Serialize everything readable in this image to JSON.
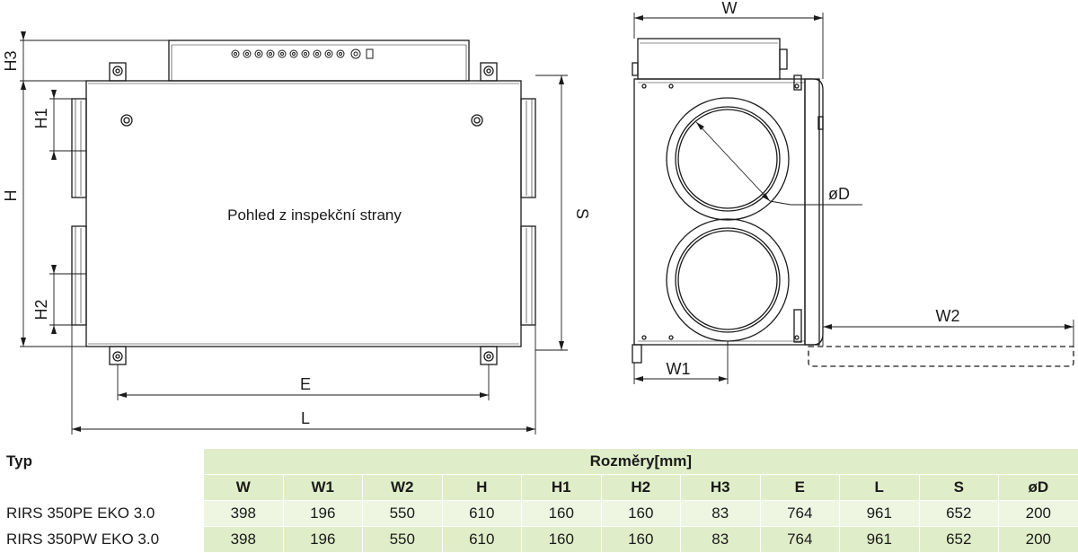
{
  "drawing": {
    "dimensions": {
      "W": "W",
      "W1": "W1",
      "W2": "W2",
      "H": "H",
      "H1": "H1",
      "H2": "H2",
      "H3": "H3",
      "E": "E",
      "L": "L",
      "S": "S",
      "D": "øD"
    },
    "caption": "Pohled z inspekční strany"
  },
  "table": {
    "type_header": "Typ",
    "group_header": "Rozměry[mm]",
    "columns": [
      "W",
      "W1",
      "W2",
      "H",
      "H1",
      "H2",
      "H3",
      "E",
      "L",
      "S",
      "øD"
    ],
    "rows": [
      {
        "model": "RIRS 350PE EKO 3.0",
        "values": [
          "398",
          "196",
          "550",
          "610",
          "160",
          "160",
          "83",
          "764",
          "961",
          "652",
          "200"
        ]
      },
      {
        "model": "RIRS 350PW EKO 3.0",
        "values": [
          "398",
          "196",
          "550",
          "610",
          "160",
          "160",
          "83",
          "764",
          "961",
          "652",
          "200"
        ]
      }
    ]
  },
  "colors": {
    "table_green": "#dfeec8",
    "table_light": "#eef6e2",
    "line": "#1a1a1a"
  }
}
